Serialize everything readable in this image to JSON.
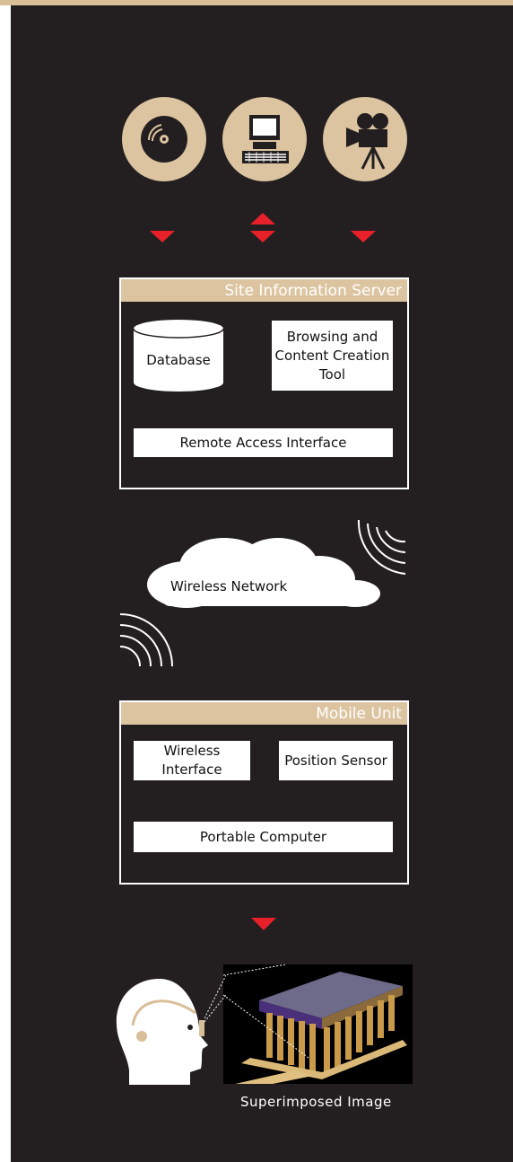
{
  "server": {
    "title": "Site Information Server",
    "database": "Database",
    "tool": "Browsing and Content Creation Tool",
    "remote": "Remote Access Interface"
  },
  "network": {
    "label": "Wireless Network"
  },
  "mobile": {
    "title": "Mobile Unit",
    "wireless": "Wireless Interface",
    "position": "Position Sensor",
    "computer": "Portable Computer"
  },
  "output": {
    "caption": "Superimposed Image"
  },
  "colors": {
    "accent": "#dcc4a0",
    "arrow": "#e8202a",
    "panel": "#231f20"
  },
  "icons": [
    "disc-icon",
    "computer-icon",
    "camera-icon",
    "head-icon",
    "temple-image"
  ]
}
